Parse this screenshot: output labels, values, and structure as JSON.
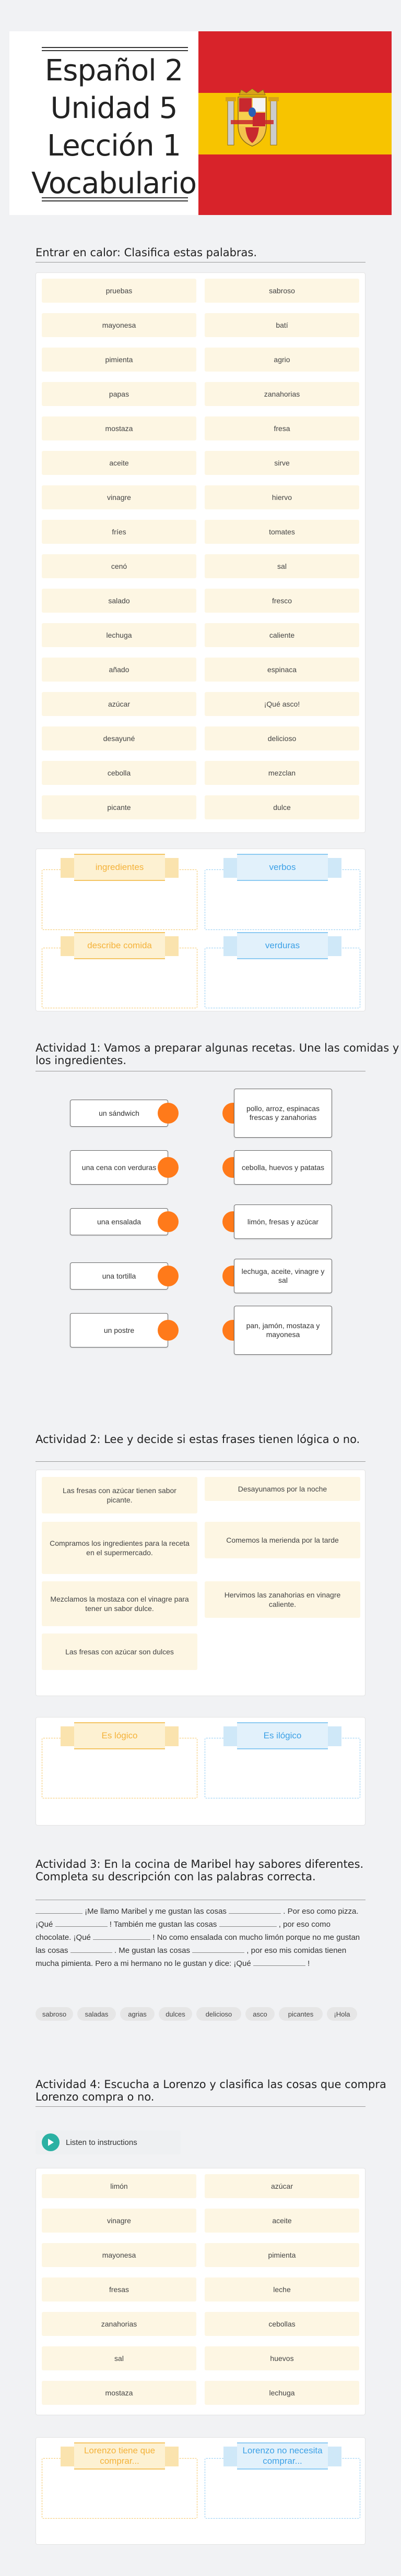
{
  "title": {
    "lines": [
      "Español 2",
      "Unidad 5",
      "Lección 1",
      "Vocabulario"
    ]
  },
  "colors": {
    "flag_red": "#d8232a",
    "flag_yellow": "#f7c400",
    "orange_dot": "#ff7a1a",
    "chip_bg": "#fdf6e3",
    "yellow_label": "#f4b23a",
    "blue_label": "#3da1e6"
  },
  "icons": {
    "flag": "spain-flag-icon",
    "coat_of_arms": "coat-of-arms-icon",
    "play": "play-icon"
  },
  "section1": {
    "title": "Entrar en calor: Clasifica estas palabras.",
    "words": [
      "pruebas",
      "sabroso",
      "mayonesa",
      "batí",
      "pimienta",
      "agrio",
      "papas",
      "zanahorias",
      "mostaza",
      "fresa",
      "aceite",
      "sirve",
      "vinagre",
      "hiervo",
      "fríes",
      "tomates",
      "cenó",
      "sal",
      "salado",
      "fresco",
      "lechuga",
      "caliente",
      "añado",
      "espinaca",
      "azúcar",
      "¡Qué asco!",
      "desayuné",
      "delicioso",
      "cebolla",
      "mezclan",
      "picante",
      "dulce"
    ],
    "categories": [
      "ingredientes",
      "verbos",
      "describe comida",
      "verduras"
    ]
  },
  "section2": {
    "title": "Actividad 1: Vamos a preparar algunas recetas. Une las comidas y los ingredientes.",
    "left": [
      "un sándwich",
      "una cena con verduras",
      "una ensalada",
      "una tortilla",
      "un postre"
    ],
    "right": [
      "pollo, arroz, espinacas frescas y zanahorias",
      "cebolla, huevos y patatas",
      "limón, fresas y azúcar",
      "lechuga, aceite, vinagre y sal",
      "pan, jamón, mostaza y mayonesa"
    ]
  },
  "section3": {
    "title": "Actividad 2: Lee y decide si estas frases tienen lógica o no.",
    "sentences": [
      "Las fresas con azúcar tienen sabor picante.",
      "Desayunamos por la noche",
      "Compramos los ingredientes para la receta en el supermercado.",
      "Comemos la merienda por la tarde",
      "Mezclamos la mostaza con el vinagre para tener un sabor dulce.",
      "Hervimos las zanahorias en vinagre caliente.",
      "Las fresas con azúcar son dulces"
    ],
    "categories": [
      "Es lógico",
      "Es ilógico"
    ]
  },
  "section4": {
    "title": "Actividad 3: En la cocina de Maribel hay sabores diferentes. Completa su descripción con las palabras correcta.",
    "text": {
      "t1": "¡Me llamo Maribel y me gustan las cosas",
      "t2": ". Por eso como pizza. ¡Qué",
      "t3": "! También me gustan las cosas",
      "t4": ", por eso como chocolate. ¡Qué",
      "t5": "! No como ensalada con mucho limón porque no me gustan las cosas",
      "t6": ". Me gustan las cosas",
      "t7": ", por eso mis comidas tienen mucha pimienta. Pero a mi hermano no le gustan y dice: ¡Qué",
      "t8": "!"
    },
    "options": [
      "sabroso",
      "saladas",
      "agrias",
      "dulces",
      "delicioso",
      "asco",
      "picantes",
      "¡Hola"
    ]
  },
  "section5": {
    "title": "Actividad 4: Escucha a Lorenzo y clasifica las cosas que compra Lorenzo compra o no.",
    "listen_label": "Listen to instructions",
    "words": [
      "limón",
      "azúcar",
      "vinagre",
      "aceite",
      "mayonesa",
      "pimienta",
      "fresas",
      "leche",
      "zanahorias",
      "cebollas",
      "sal",
      "huevos",
      "mostaza",
      "lechuga"
    ],
    "categories": [
      "Lorenzo tiene que comprar...",
      "Lorenzo no necesita comprar..."
    ]
  }
}
